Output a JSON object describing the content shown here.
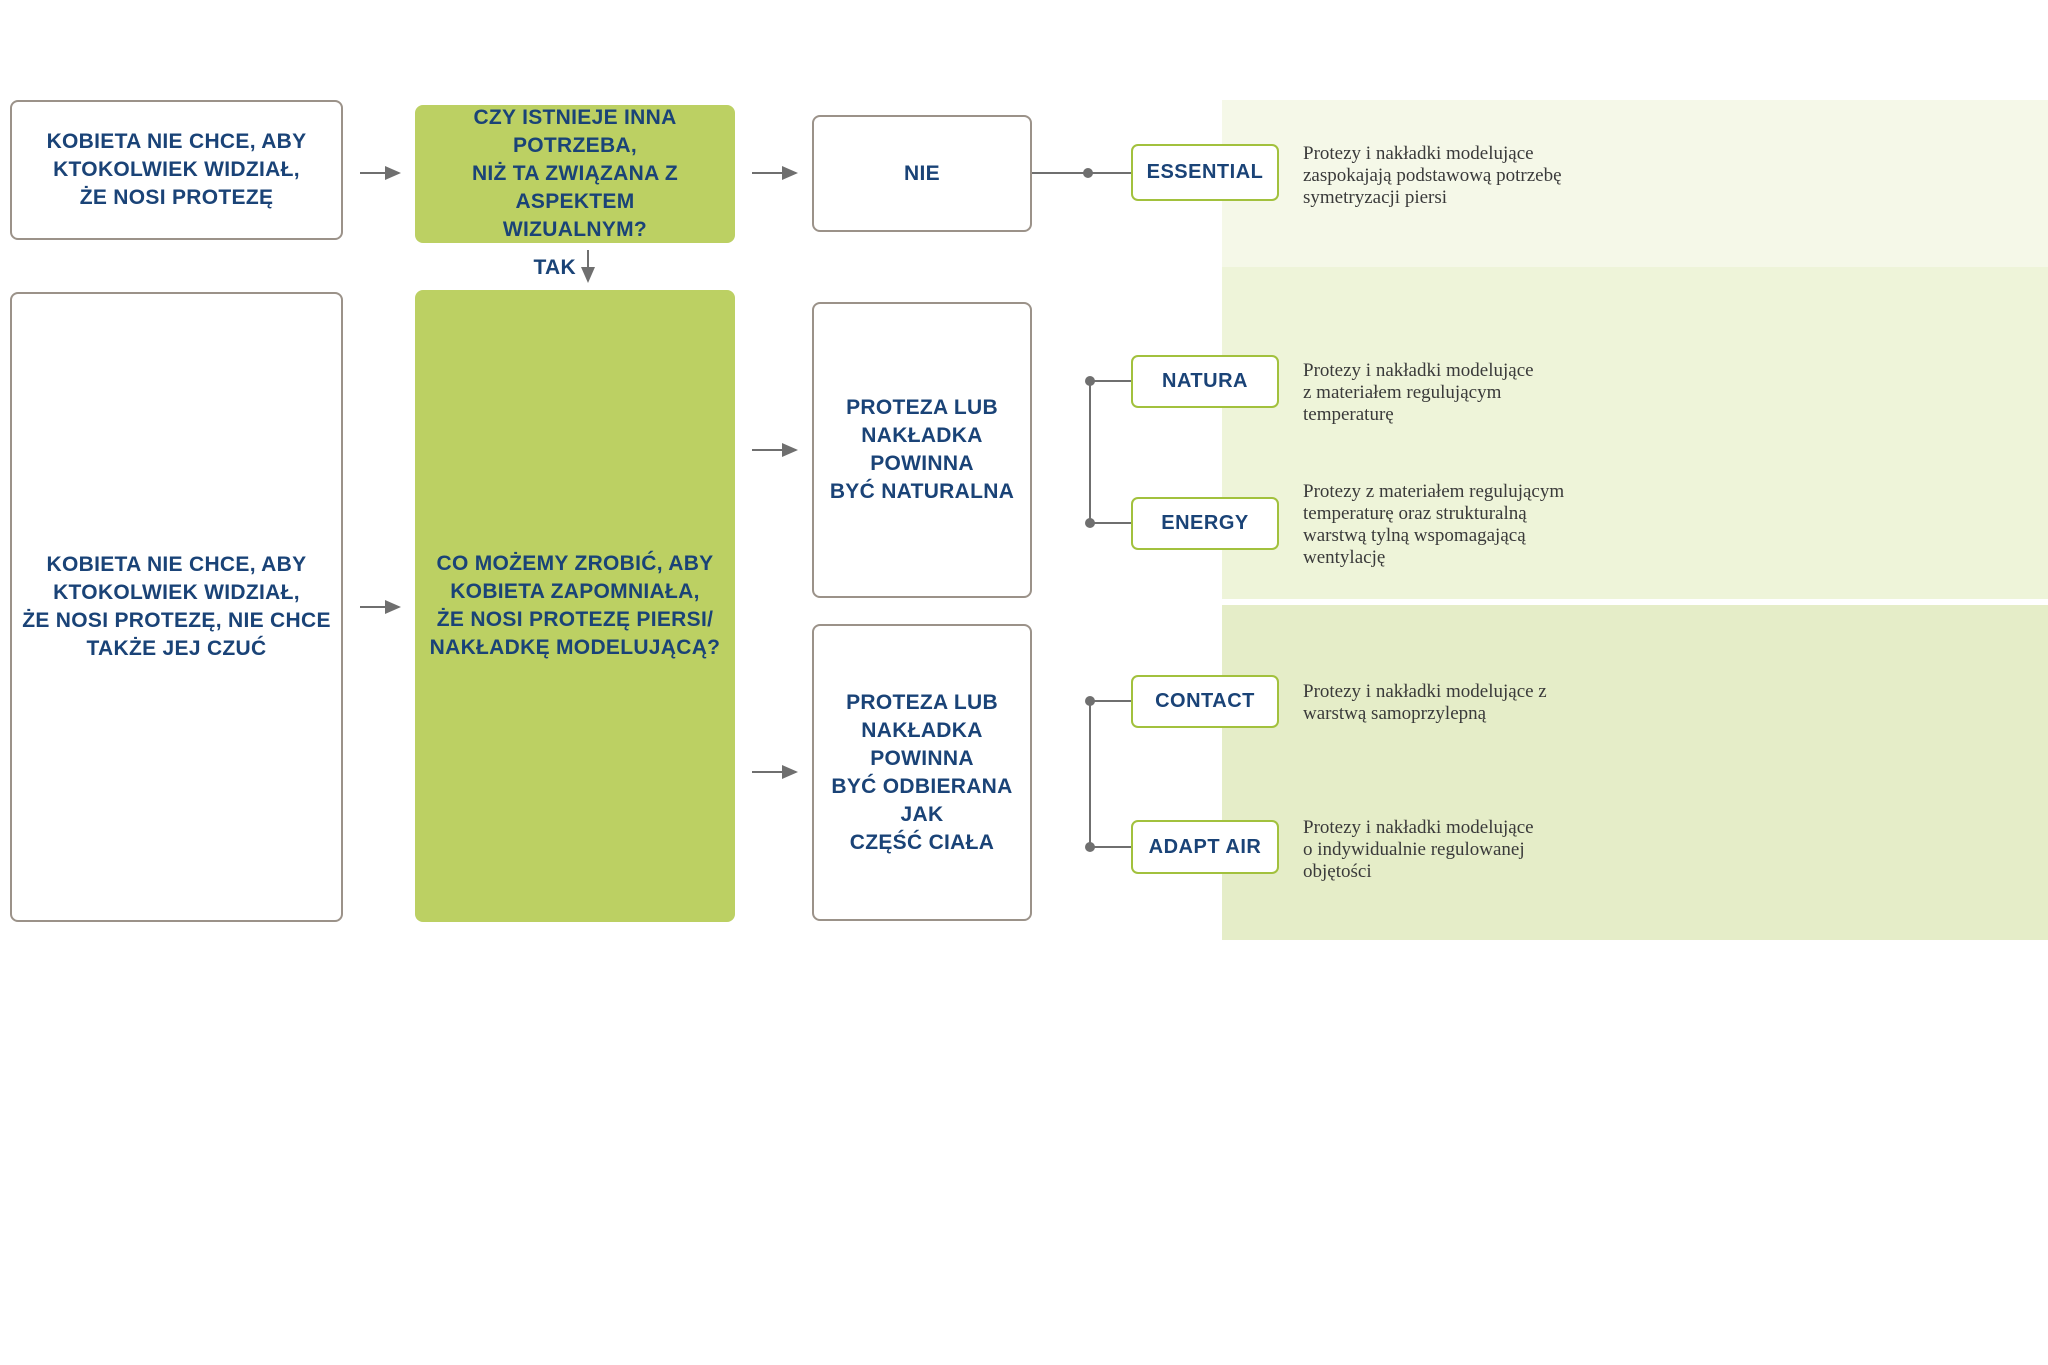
{
  "colors": {
    "navy_text": "#1a4377",
    "question_green": "#bcd063",
    "product_border_green": "#a2c13d",
    "box_border_gray": "#9b9289",
    "connector_gray": "#6f6f6f",
    "panel_top_bg": "#f5f8e8",
    "panel_mid_bg": "#eef4d9",
    "panel_bottom_bg": "#e5edc8"
  },
  "flowchart": {
    "start_top": {
      "text": "KOBIETA NIE CHCE, ABY\nKTOKOLWIEK WIDZIAŁ,\nŻE NOSI PROTEZĘ"
    },
    "question_visual": {
      "text": "CZY ISTNIEJE INNA POTRZEBA,\nNIŻ TA ZWIĄZANA Z ASPEKTEM\nWIZUALNYM?"
    },
    "answer_no": {
      "text": "NIE"
    },
    "answer_yes": {
      "text": "TAK"
    },
    "start_bottom": {
      "text": "KOBIETA NIE CHCE, ABY\nKTOKOLWIEK WIDZIAŁ,\nŻE NOSI PROTEZĘ, NIE CHCE\nTAKŻE JEJ CZUĆ"
    },
    "question_forget": {
      "text": "CO MOŻEMY ZROBIĆ, ABY\nKOBIETA ZAPOMNIAŁA,\nŻE NOSI PROTEZĘ PIERSI/\nNAKŁADKĘ MODELUJĄCĄ?"
    },
    "requirement_natural": {
      "text": "PROTEZA LUB\nNAKŁADKA POWINNA\nBYĆ NATURALNA"
    },
    "requirement_body": {
      "text": "PROTEZA LUB\nNAKŁADKA POWINNA\nBYĆ ODBIERANA JAK\nCZĘŚĆ CIAŁA"
    },
    "products": {
      "essential": {
        "label": "ESSENTIAL",
        "description": "Protezy i nakładki modelujące\nzaspokajają podstawową potrzebę\nsymetryzacji piersi"
      },
      "natura": {
        "label": "NATURA",
        "description": "Protezy i nakładki modelujące\nz materiałem regulującym\ntemperaturę"
      },
      "energy": {
        "label": "ENERGY",
        "description": "Protezy z materiałem regulującym\ntemperaturę oraz strukturalną\nwarstwą tylną wspomagającą\nwentylację"
      },
      "contact": {
        "label": "CONTACT",
        "description": "Protezy i nakładki modelujące z\nwarstwą samoprzylepną"
      },
      "adapt_air": {
        "label": "ADAPT AIR",
        "description": "Protezy i nakładki modelujące\no indywidualnie regulowanej\nobjętości"
      }
    }
  }
}
